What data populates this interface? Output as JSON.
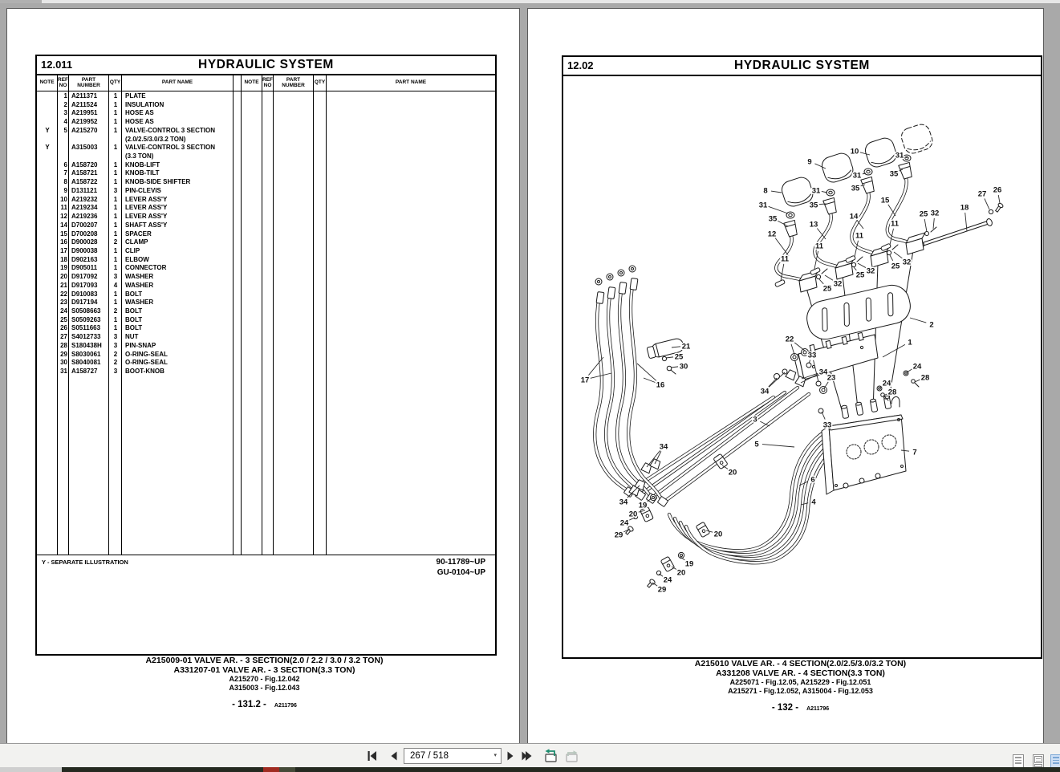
{
  "viewer": {
    "page_indicator": "267 / 518",
    "nav_icons": [
      "first-page-icon",
      "previous-page-icon",
      "next-page-icon",
      "last-page-icon"
    ],
    "history_icons": [
      "previous-view-icon",
      "next-view-icon"
    ],
    "layout_icons": [
      "single-page-icon",
      "continuous-icon",
      "facing-icon"
    ],
    "colors": {
      "toolbar_bg": "#f2f2f0",
      "canvas_bg": "#a9a9a9",
      "selected_layout_bg": "#cfe0f5",
      "history_arrow": "#1c8c6e",
      "taskbar_red": "#a02b21"
    }
  },
  "left_page": {
    "section": "12.011",
    "title": "HYDRAULIC SYSTEM",
    "columns": [
      "NOTE",
      "REF\nNO",
      "PART\nNUMBER",
      "QTY",
      "PART NAME"
    ],
    "rows": [
      {
        "note": "",
        "ref": "1",
        "pn": "A211371",
        "qty": "1",
        "name": "PLATE"
      },
      {
        "note": "",
        "ref": "2",
        "pn": "A211524",
        "qty": "1",
        "name": "INSULATION"
      },
      {
        "note": "",
        "ref": "3",
        "pn": "A219951",
        "qty": "1",
        "name": "HOSE AS"
      },
      {
        "note": "",
        "ref": "4",
        "pn": "A219952",
        "qty": "1",
        "name": "HOSE AS"
      },
      {
        "note": "Y",
        "ref": "5",
        "pn": "A215270",
        "qty": "1",
        "name": "VALVE-CONTROL 3 SECTION"
      },
      {
        "note": "",
        "ref": "",
        "pn": "",
        "qty": "",
        "name": "(2.0/2.5/3.0/3.2 TON)"
      },
      {
        "note": "Y",
        "ref": "",
        "pn": "A315003",
        "qty": "1",
        "name": "VALVE-CONTROL 3 SECTION"
      },
      {
        "note": "",
        "ref": "",
        "pn": "",
        "qty": "",
        "name": "(3.3 TON)"
      },
      {
        "note": "",
        "ref": "6",
        "pn": "A158720",
        "qty": "1",
        "name": "KNOB-LIFT"
      },
      {
        "note": "",
        "ref": "7",
        "pn": "A158721",
        "qty": "1",
        "name": "KNOB-TILT"
      },
      {
        "note": "",
        "ref": "8",
        "pn": "A158722",
        "qty": "1",
        "name": "KNOB-SIDE SHIFTER"
      },
      {
        "note": "",
        "ref": "9",
        "pn": "D131121",
        "qty": "3",
        "name": "PIN-CLEVIS"
      },
      {
        "note": "",
        "ref": "10",
        "pn": "A219232",
        "qty": "1",
        "name": "LEVER ASS'Y"
      },
      {
        "note": "",
        "ref": "11",
        "pn": "A219234",
        "qty": "1",
        "name": "LEVER ASS'Y"
      },
      {
        "note": "",
        "ref": "12",
        "pn": "A219236",
        "qty": "1",
        "name": "LEVER ASS'Y"
      },
      {
        "note": "",
        "ref": "14",
        "pn": "D700207",
        "qty": "1",
        "name": "SHAFT ASS'Y"
      },
      {
        "note": "",
        "ref": "15",
        "pn": "D700208",
        "qty": "1",
        "name": "SPACER"
      },
      {
        "note": "",
        "ref": "16",
        "pn": "D900028",
        "qty": "2",
        "name": "CLAMP"
      },
      {
        "note": "",
        "ref": "17",
        "pn": "D900038",
        "qty": "1",
        "name": "CLIP"
      },
      {
        "note": "",
        "ref": "18",
        "pn": "D902163",
        "qty": "1",
        "name": "ELBOW"
      },
      {
        "note": "",
        "ref": "19",
        "pn": "D905011",
        "qty": "1",
        "name": "CONNECTOR"
      },
      {
        "note": "",
        "ref": "20",
        "pn": "D917092",
        "qty": "3",
        "name": "WASHER"
      },
      {
        "note": "",
        "ref": "21",
        "pn": "D917093",
        "qty": "4",
        "name": "WASHER"
      },
      {
        "note": "",
        "ref": "22",
        "pn": "D910083",
        "qty": "1",
        "name": "BOLT"
      },
      {
        "note": "",
        "ref": "23",
        "pn": "D917194",
        "qty": "1",
        "name": "WASHER"
      },
      {
        "note": "",
        "ref": "24",
        "pn": "S0508663",
        "qty": "2",
        "name": "BOLT"
      },
      {
        "note": "",
        "ref": "25",
        "pn": "S0509263",
        "qty": "1",
        "name": "BOLT"
      },
      {
        "note": "",
        "ref": "26",
        "pn": "S0511663",
        "qty": "1",
        "name": "BOLT"
      },
      {
        "note": "",
        "ref": "27",
        "pn": "S4012733",
        "qty": "3",
        "name": "NUT"
      },
      {
        "note": "",
        "ref": "28",
        "pn": "S180438H",
        "qty": "3",
        "name": "PIN-SNAP"
      },
      {
        "note": "",
        "ref": "29",
        "pn": "S8030061",
        "qty": "2",
        "name": "O-RING-SEAL"
      },
      {
        "note": "",
        "ref": "30",
        "pn": "S8040081",
        "qty": "2",
        "name": "O-RING-SEAL"
      },
      {
        "note": "",
        "ref": "31",
        "pn": "A158727",
        "qty": "3",
        "name": "BOOT-KNOB"
      }
    ],
    "footnote": "Y - SEPARATE ILLUSTRATION",
    "serials": [
      "90-11789~UP",
      "GU-0104~UP"
    ],
    "captions": [
      "A215009-01  VALVE AR. - 3 SECTION(2.0 / 2.2 / 3.0 / 3.2 TON)",
      "A331207-01  VALVE AR. - 3 SECTION(3.3 TON)",
      "A215270 - Fig.12.042",
      "A315003 - Fig.12.043"
    ],
    "page_number": "- 131.2 -",
    "doc_code": "A211796"
  },
  "right_page": {
    "section": "12.02",
    "title": "HYDRAULIC SYSTEM",
    "captions": [
      "A215010  VALVE AR. - 4 SECTION(2.0/2.5/3.0/3.2 TON)",
      "A331208  VALVE AR. - 4 SECTION(3.3 TON)",
      "A225071 - Fig.12.05, A215229 - Fig.12.051",
      "A215271 - Fig.12.052, A315004 - Fig.12.053"
    ],
    "page_number": "- 132 -",
    "doc_code": "A211796",
    "callouts": [
      [
        "8",
        252,
        144,
        [
          [
            272,
            147
          ]
        ]
      ],
      [
        "9",
        307,
        108,
        [
          [
            327,
            117
          ]
        ]
      ],
      [
        "10",
        363,
        95,
        [
          [
            382,
            100
          ]
        ]
      ],
      [
        "31",
        419,
        100,
        [
          [
            429,
            104
          ]
        ]
      ],
      [
        "35",
        412,
        123,
        [
          [
            423,
            118
          ]
        ]
      ],
      [
        "31",
        366,
        125,
        [
          [
            377,
            123
          ]
        ]
      ],
      [
        "35",
        364,
        141,
        [
          [
            376,
            137
          ]
        ]
      ],
      [
        "31",
        315,
        144,
        [
          [
            329,
            147
          ]
        ]
      ],
      [
        "35",
        312,
        162,
        [
          [
            328,
            161
          ]
        ]
      ],
      [
        "31",
        249,
        162,
        [
          [
            280,
            173
          ]
        ]
      ],
      [
        "35",
        261,
        179,
        [
          [
            280,
            189
          ]
        ]
      ],
      [
        "12",
        260,
        198,
        [
          [
            281,
            226
          ]
        ]
      ],
      [
        "13",
        312,
        186,
        [
          [
            327,
            205
          ]
        ]
      ],
      [
        "14",
        362,
        176,
        [
          [
            374,
            192
          ]
        ]
      ],
      [
        "15",
        401,
        156,
        [
          [
            414,
            176
          ]
        ]
      ],
      [
        "18",
        500,
        165,
        [
          [
            503,
            195
          ]
        ]
      ],
      [
        "27",
        522,
        148,
        [
          [
            531,
            168
          ]
        ]
      ],
      [
        "26",
        541,
        143,
        [
          [
            544,
            160
          ]
        ]
      ],
      [
        "25",
        449,
        173,
        [
          [
            453,
            196
          ]
        ]
      ],
      [
        "32",
        463,
        172,
        [
          [
            461,
            192
          ]
        ]
      ],
      [
        "11",
        413,
        185,
        [
          [
            407,
            212
          ]
        ]
      ],
      [
        "11",
        369,
        200,
        [
          [
            363,
            227
          ]
        ]
      ],
      [
        "11",
        319,
        213,
        [
          [
            313,
            242
          ]
        ]
      ],
      [
        "11",
        276,
        229,
        [
          [
            271,
            257
          ]
        ]
      ],
      [
        "25",
        414,
        238,
        [
          [
            407,
            225
          ]
        ]
      ],
      [
        "32",
        428,
        233,
        [
          [
            412,
            221
          ]
        ]
      ],
      [
        "25",
        370,
        249,
        [
          [
            362,
            240
          ]
        ]
      ],
      [
        "32",
        383,
        244,
        [
          [
            367,
            235
          ]
        ]
      ],
      [
        "25",
        329,
        266,
        [
          [
            319,
            255
          ]
        ]
      ],
      [
        "32",
        342,
        260,
        [
          [
            326,
            250
          ]
        ]
      ],
      [
        "2",
        459,
        311,
        [
          [
            432,
            303
          ]
        ]
      ],
      [
        "1",
        432,
        333,
        [
          [
            398,
            352
          ]
        ]
      ],
      [
        "22",
        282,
        329,
        [
          [
            288,
            349
          ],
          [
            301,
            344
          ]
        ]
      ],
      [
        "33",
        310,
        349,
        [
          [
            306,
            360
          ],
          [
            318,
            383
          ]
        ]
      ],
      [
        "34",
        324,
        370,
        [
          [
            297,
            379
          ],
          [
            296,
            384
          ]
        ]
      ],
      [
        "23",
        334,
        377,
        [
          [
            325,
            391
          ]
        ]
      ],
      [
        "34",
        251,
        394,
        [
          [
            266,
            378
          ],
          [
            276,
            371
          ]
        ]
      ],
      [
        "24",
        441,
        363,
        [
          [
            428,
            371
          ]
        ]
      ],
      [
        "28",
        451,
        377,
        [
          [
            438,
            383
          ]
        ]
      ],
      [
        "24",
        403,
        384,
        [
          [
            395,
            390
          ]
        ]
      ],
      [
        "28",
        410,
        395,
        [
          [
            399,
            400
          ]
        ]
      ],
      [
        "33",
        329,
        436,
        [
          [
            322,
            420
          ]
        ]
      ],
      [
        "3",
        239,
        429,
        [
          [
            257,
            438
          ]
        ]
      ],
      [
        "5",
        241,
        460,
        [
          [
            288,
            464
          ]
        ]
      ],
      [
        "6",
        311,
        504,
        [
          [
            294,
            512
          ]
        ]
      ],
      [
        "4",
        312,
        532,
        [
          [
            296,
            536
          ]
        ]
      ],
      [
        "7",
        438,
        470,
        [
          [
            421,
            468
          ]
        ]
      ],
      [
        "17",
        27,
        380,
        [
          [
            50,
            352
          ],
          [
            60,
            372
          ]
        ]
      ],
      [
        "16",
        121,
        386,
        [
          [
            92,
            360
          ],
          [
            100,
            378
          ]
        ]
      ],
      [
        "21",
        153,
        338,
        [
          [
            135,
            340
          ]
        ]
      ],
      [
        "25",
        144,
        351,
        [
          [
            128,
            353
          ]
        ]
      ],
      [
        "30",
        150,
        363,
        [
          [
            134,
            365
          ]
        ]
      ],
      [
        "34",
        125,
        463,
        [
          [
            104,
            489
          ],
          [
            114,
            485
          ]
        ]
      ],
      [
        "20",
        211,
        495,
        [
          [
            198,
            487
          ]
        ]
      ],
      [
        "34",
        75,
        532,
        [
          [
            88,
            519
          ],
          [
            95,
            512
          ]
        ]
      ],
      [
        "19",
        99,
        536,
        [
          [
            110,
            528
          ]
        ]
      ],
      [
        "20",
        87,
        547,
        [
          [
            102,
            543
          ]
        ]
      ],
      [
        "24",
        76,
        558,
        [
          [
            89,
            552
          ]
        ]
      ],
      [
        "29",
        69,
        573,
        [
          [
            83,
            566
          ]
        ]
      ],
      [
        "20",
        193,
        572,
        [
          [
            178,
            568
          ]
        ]
      ],
      [
        "19",
        157,
        609,
        [
          [
            146,
            601
          ]
        ]
      ],
      [
        "20",
        147,
        620,
        [
          [
            135,
            613
          ]
        ]
      ],
      [
        "24",
        130,
        629,
        [
          [
            119,
            622
          ]
        ]
      ],
      [
        "29",
        123,
        641,
        [
          [
            111,
            633
          ]
        ]
      ]
    ]
  }
}
